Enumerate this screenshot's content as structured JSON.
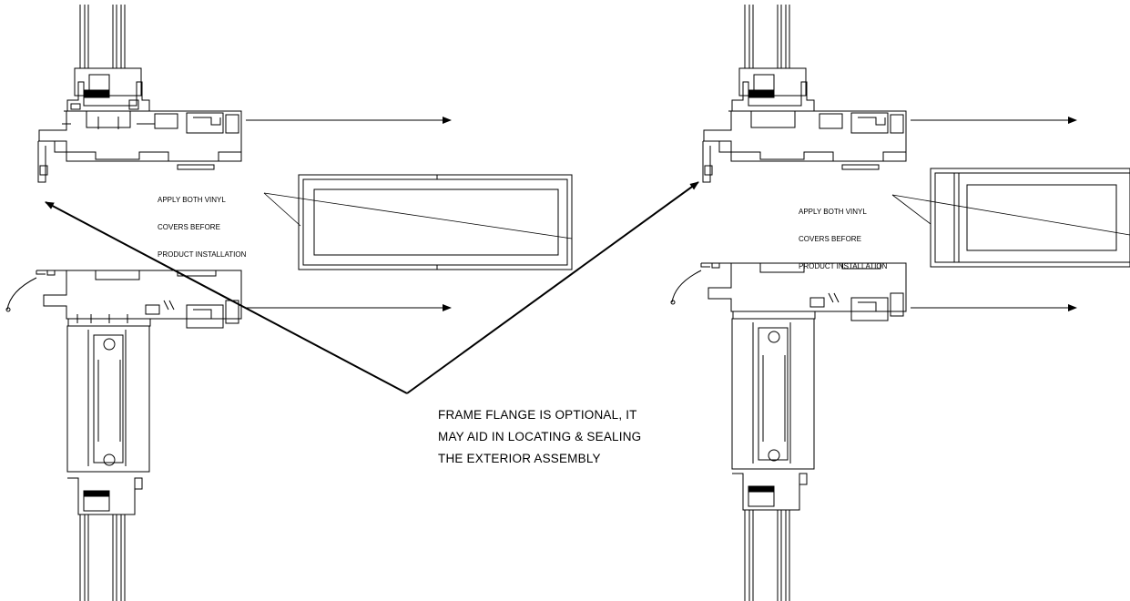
{
  "notes": {
    "vinyl_left": [
      "APPLY BOTH VINYL",
      "COVERS BEFORE",
      "PRODUCT INSTALLATION"
    ],
    "vinyl_right": [
      "APPLY BOTH VINYL",
      "COVERS BEFORE",
      "PRODUCT INSTALLATION"
    ],
    "flange": [
      "FRAME FLANGE IS OPTIONAL, IT",
      "MAY AID IN LOCATING & SEALING",
      "THE EXTERIOR ASSEMBLY"
    ]
  }
}
